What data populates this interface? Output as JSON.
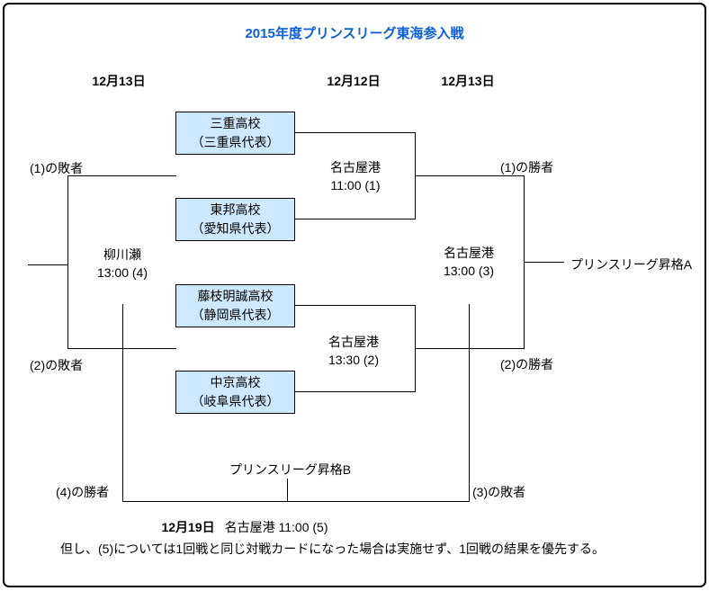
{
  "title": "2015年度プリンスリーグ東海参入戦",
  "colors": {
    "title_blue": "#0b5fe0",
    "team_box_fill": "#cce9ff",
    "line": "#000000"
  },
  "round_dates": {
    "left": "12月13日",
    "center": "12月12日",
    "right": "12月13日"
  },
  "teams": [
    {
      "name": "三重高校",
      "prefecture": "（三重県代表）"
    },
    {
      "name": "東邦高校",
      "prefecture": "（愛知県代表）"
    },
    {
      "name": "藤枝明誠高校",
      "prefecture": "（静岡県代表）"
    },
    {
      "name": "中京高校",
      "prefecture": "（岐阜県代表）"
    }
  ],
  "matches": {
    "m1": {
      "venue": "名古屋港",
      "time": "11:00 (1)"
    },
    "m2": {
      "venue": "名古屋港",
      "time": "13:30 (2)"
    },
    "m3": {
      "venue": "名古屋港",
      "time": "13:00 (3)"
    },
    "m4": {
      "venue": "柳川瀬",
      "time": "13:00 (4)"
    },
    "m5": {
      "date": "12月19日",
      "venue_time": "名古屋港 11:00 (5)"
    }
  },
  "slot_labels": {
    "loser1": "(1)の敗者",
    "loser2": "(2)の敗者",
    "winner1": "(1)の勝者",
    "winner2": "(2)の勝者",
    "winner4": "(4)の勝者",
    "loser3": "(3)の敗者"
  },
  "outcomes": {
    "promotion_a": "プリンスリーグ昇格A",
    "promotion_b": "プリンスリーグ昇格B"
  },
  "note": "但し、(5)については1回戦と同じ対戦カードになった場合は実施せず、1回戦の結果を優先する。"
}
